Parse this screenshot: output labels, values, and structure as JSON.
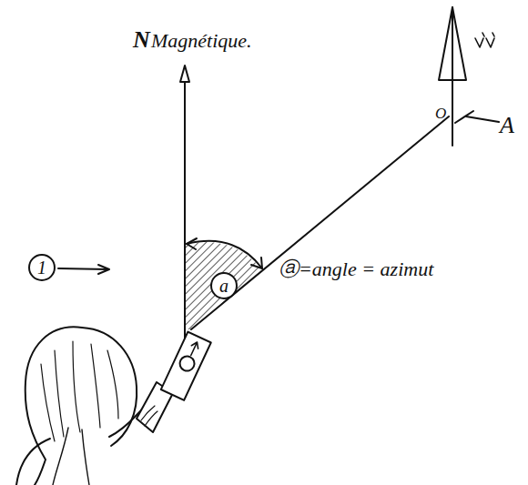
{
  "diagram": {
    "nodes": [
      {
        "text": [
          "1"
        ]
      },
      {
        "text": [
          "a"
        ]
      }
    ],
    "labels": [
      "N",
      "Magnétique.",
      "O",
      "A",
      "ⓐ=angle = azimut"
    ]
  }
}
